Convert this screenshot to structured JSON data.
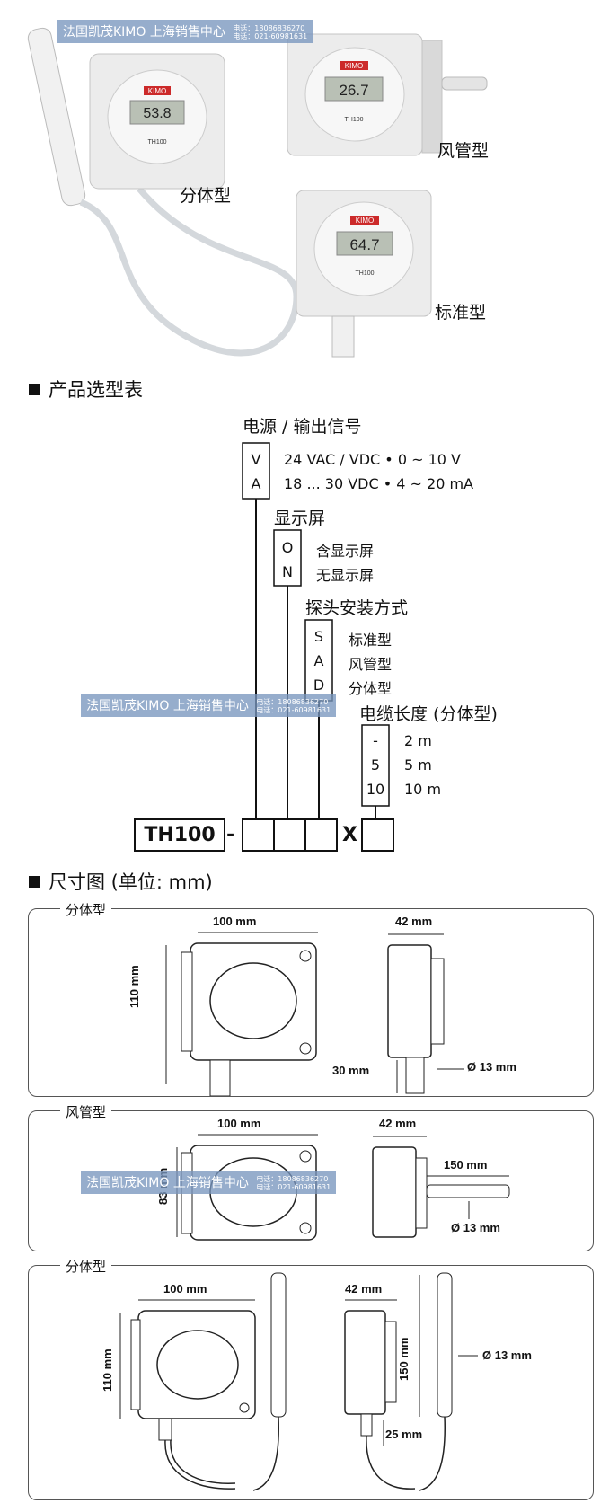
{
  "photos": {
    "label_split": "分体型",
    "label_duct": "风管型",
    "label_standard": "标准型",
    "device_brand": "KIMO",
    "device_model": "TH100",
    "reading_split": "53.8",
    "reading_duct": "26.7",
    "reading_standard": "64.7"
  },
  "watermark": {
    "text": "法国凯茂KIMO 上海销售中心",
    "line1": "电话：18086836270",
    "line2": "电话：021-60981631"
  },
  "selection": {
    "title": "产品选型表",
    "power_title": "电源 / 输出信号",
    "power_codes": [
      "V",
      "A"
    ],
    "power_desc": [
      "24 VAC / VDC • 0 ~ 10 V",
      "18 ... 30 VDC • 4 ~ 20 mA"
    ],
    "display_title": "显示屏",
    "display_codes": [
      "O",
      "N"
    ],
    "display_desc": [
      "含显示屏",
      "无显示屏"
    ],
    "probe_title": "探头安装方式",
    "probe_codes": [
      "S",
      "A",
      "D"
    ],
    "probe_desc": [
      "标准型",
      "风管型",
      "分体型"
    ],
    "cable_title": "电缆长度 (分体型)",
    "cable_codes": [
      "-",
      "5",
      "10"
    ],
    "cable_desc": [
      "2 m",
      "5 m",
      "10 m"
    ],
    "model_prefix": "TH100",
    "dash": "-",
    "x_mark": "X"
  },
  "dimensions": {
    "title": "尺寸图 (单位: mm)",
    "panel1_title": "分体型",
    "panel2_title": "风管型",
    "panel3_title": "分体型",
    "p1": {
      "width": "100 mm",
      "height": "110 mm",
      "depth": "42 mm",
      "probe_len": "30 mm",
      "diameter": "Ø 13 mm"
    },
    "p2": {
      "width": "100 mm",
      "height": "83 mm",
      "depth": "42 mm",
      "probe_len": "150 mm",
      "diameter": "Ø 13 mm"
    },
    "p3": {
      "width": "100 mm",
      "height": "110 mm",
      "depth": "42 mm",
      "probe_len": "150 mm",
      "diameter": "Ø 13 mm",
      "gap": "25 mm"
    }
  }
}
